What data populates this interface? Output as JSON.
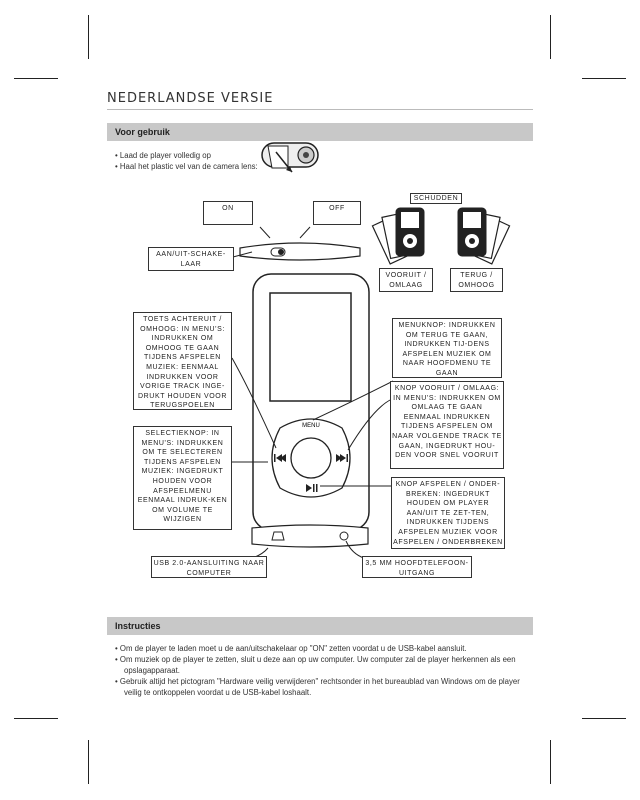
{
  "section_title": "NEDERLANDSE VERSIE",
  "voor_gebruik": {
    "heading": "Voor gebruik",
    "bullets": [
      "Laad de player volledig op",
      "Haal het plastic vel van de camera lens:"
    ]
  },
  "labels": {
    "on": "ON",
    "off": "OFF",
    "schudden": "SCHUDDEN",
    "aan_uit": "AAN/UIT-SCHAKE-LAAR",
    "vooruit": "VOORUIT / OMLAAG",
    "terug": "TERUG / OMHOOG",
    "toets_achteruit": "TOETS ACHTERUIT / OMHOOG: IN MENU'S: INDRUKKEN OM OMHOOG TE GAAN TIJDENS AFSPELEN MUZIEK: EENMAAL INDRUKKEN VOOR VORIGE TRACK INGE-DRUKT HOUDEN VOOR TERUGSPOELEN",
    "menuknop": "MENUKNOP: INDRUKKEN OM TERUG TE GAAN, INDRUKKEN TIJ-DENS AFSPELEN MUZIEK OM NAAR HOOFDMENU TE GAAN",
    "knop_vooruit": "KNOP VOORUIT / OMLAAG: IN MENU'S: INDRUKKEN OM OMLAAG TE GAAN EENMAAL INDRUKKEN TIJDENS AFSPELEN OM NAAR VOLGENDE TRACK TE GAAN, INGEDRUKT HOU-DEN VOOR SNEL VOORUIT",
    "selectieknop": "SELECTIEKNOP: IN MENU'S: INDRUKKEN OM TE SELECTEREN TIJDENS AFSPELEN MUZIEK: INGEDRUKT HOUDEN VOOR AFSPEELMENU EENMAAL INDRUK-KEN OM VOLUME TE WIJZIGEN",
    "knop_afspelen": "KNOP AFSPELEN / ONDER-BREKEN: INGEDRUKT HOUDEN OM PLAYER AAN/UIT TE ZET-TEN, INDRUKKEN TIJDENS AFSPELEN MUZIEK VOOR AFSPELEN / ONDERBREKEN",
    "usb": "USB 2.0-AANSLUITING NAAR COMPUTER",
    "hoofdtelefoon": "3,5 MM HOOFDTELEFOON-UITGANG",
    "menu_text": "MENU"
  },
  "instructies": {
    "heading": "Instructies",
    "bullets": [
      "Om de player te laden moet u de aan/uitschakelaar op \"ON\" zetten voordat u de USB-kabel aansluit.",
      "Om muziek op de player te zetten, sluit u deze aan op uw computer. Uw computer zal de player herkennen als een opslagapparaat.",
      "Gebruik altijd het pictogram \"Hardware veilig verwijderen\" rechtsonder in het bureaublad van Windows om de player veilig te ontkoppelen voordat u de USB-kabel loshaalt."
    ]
  }
}
